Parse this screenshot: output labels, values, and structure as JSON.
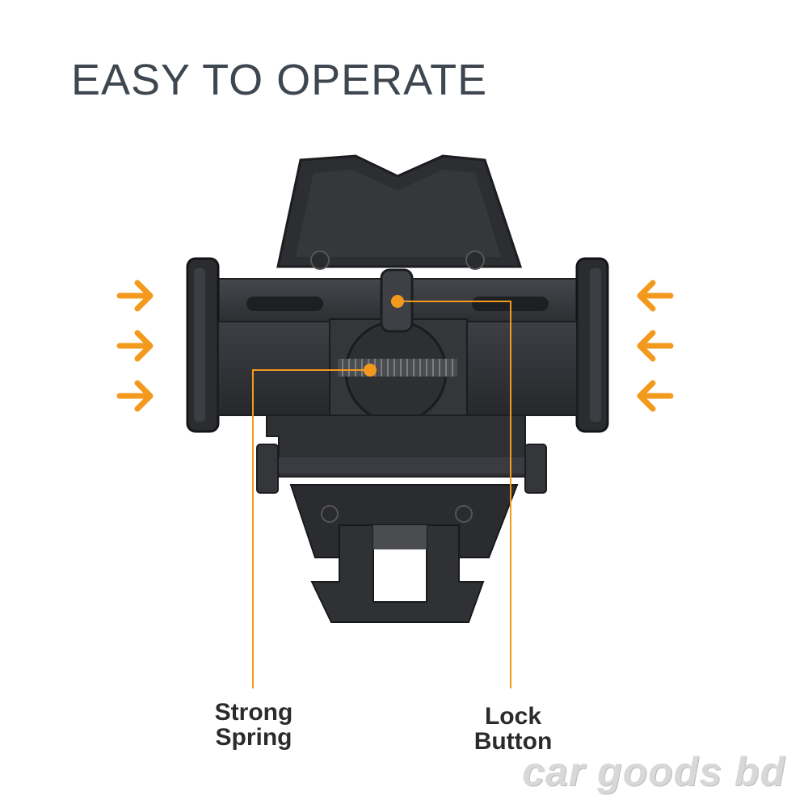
{
  "headline": "EASY TO OPERATE",
  "callouts": {
    "spring": {
      "line1": "Strong",
      "line2": "Spring"
    },
    "lock": {
      "line1": "Lock",
      "line2": "Button"
    }
  },
  "watermark": "car goods bd",
  "colors": {
    "accent": "#f39a1e",
    "headline": "#3e4650",
    "product_dark": "#2b2d31",
    "product_mid": "#3a3c40"
  }
}
